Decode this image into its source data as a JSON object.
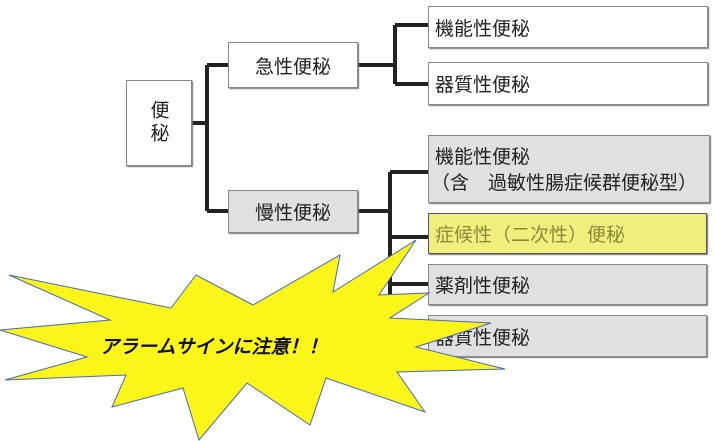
{
  "root": {
    "label": "便秘"
  },
  "acute": {
    "label": "急性便秘",
    "children": [
      "機能性便秘",
      "器質性便秘"
    ]
  },
  "chronic": {
    "label": "慢性便秘",
    "children": [
      {
        "line1": "機能性便秘",
        "line2": "（含　過敏性腸症候群便秘型）"
      },
      {
        "label": "症候性（二次性）便秘"
      },
      {
        "label": "薬剤性便秘"
      },
      {
        "label": "器質性便秘"
      }
    ]
  },
  "callout": {
    "text": "アラームサインに注意！！"
  },
  "colors": {
    "highlight": "#f0ef7e",
    "callout": "#fbf51a",
    "chronic_fill": "#e0e0e0"
  }
}
